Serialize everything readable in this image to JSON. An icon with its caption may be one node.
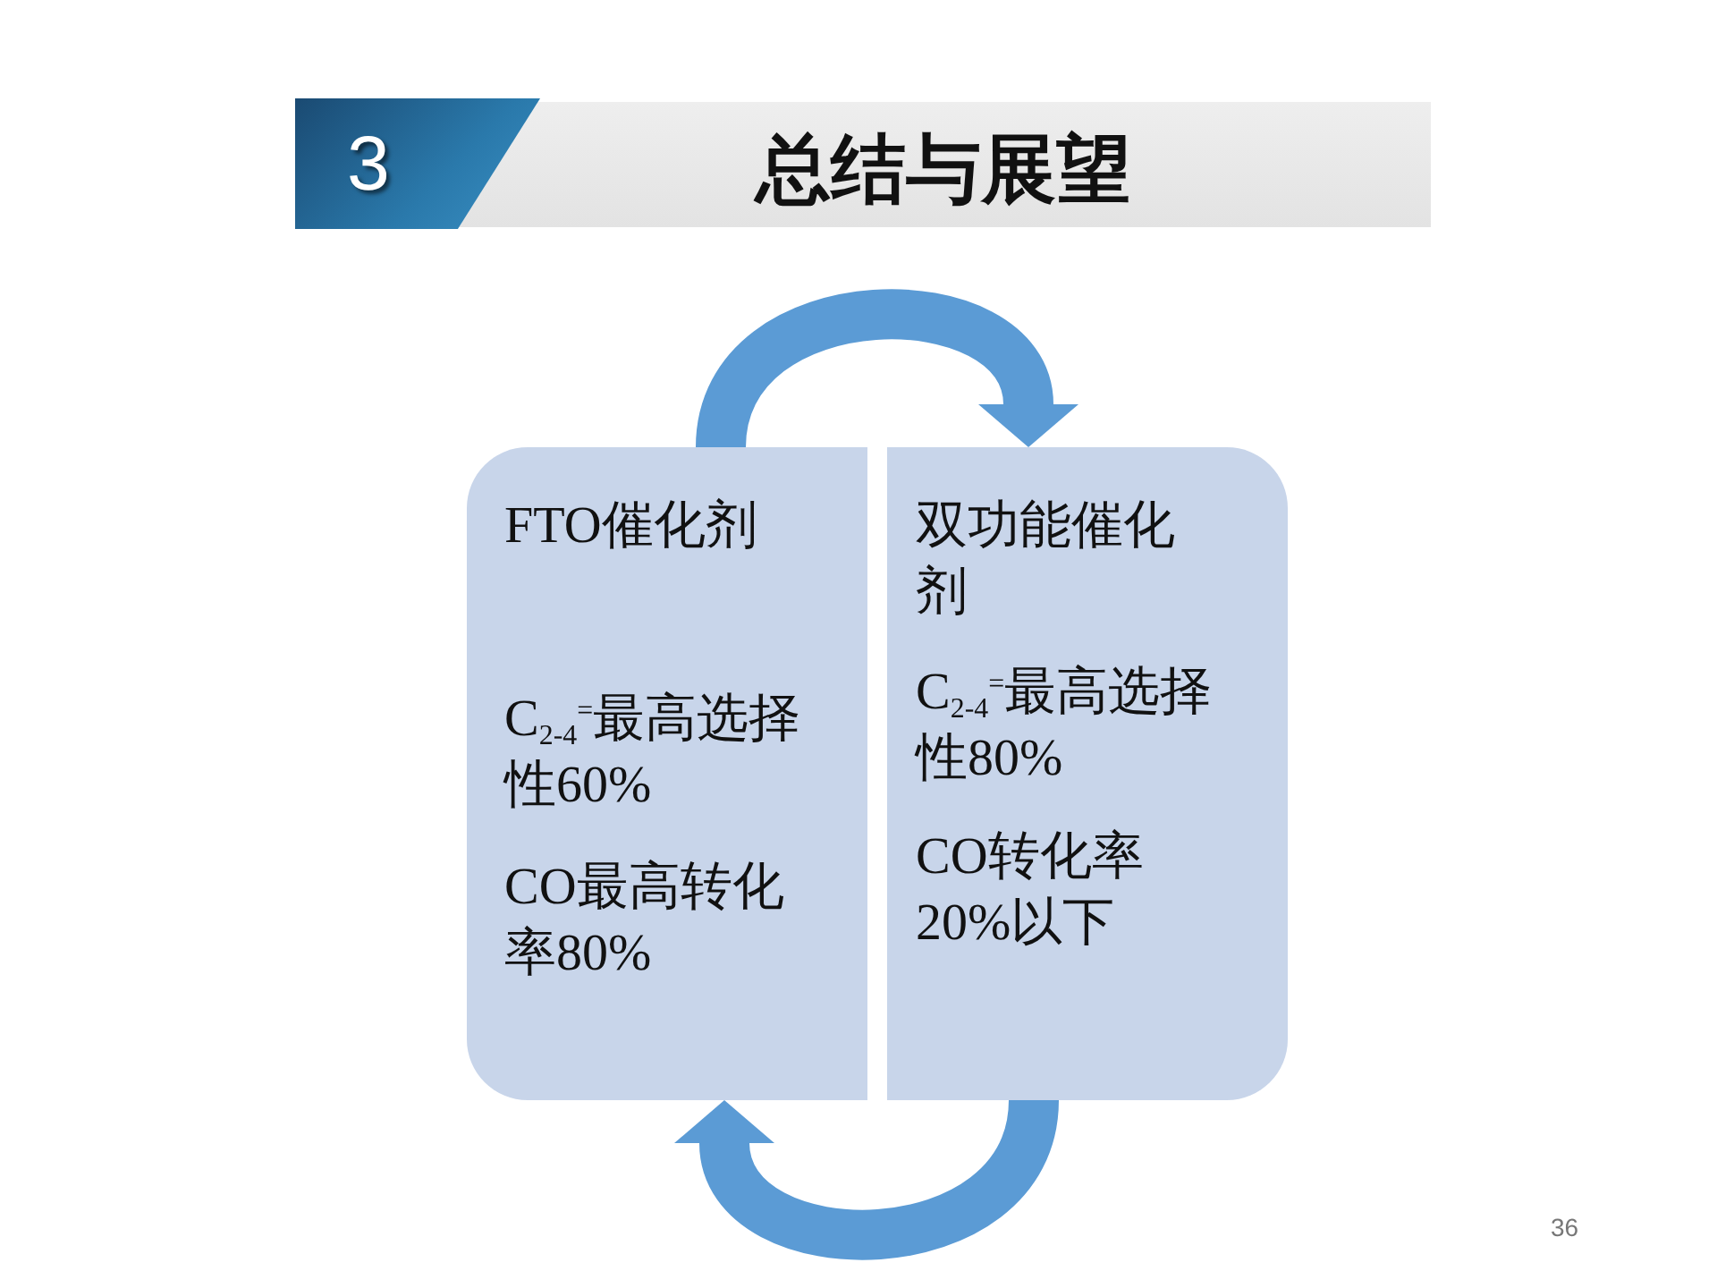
{
  "diagram": {
    "title": "总结与展望",
    "nodes": [
      {
        "text": [
          "FTO催化剂",
          "C$_{2-4}$$^{=}$最高选择性60%",
          "CO最高转化率80%"
        ]
      },
      {
        "text": [
          "双功能催化剂",
          "C$_{2-4}$$^{=}$最高选择性80%",
          "CO转化率20%以下"
        ]
      }
    ],
    "edges": [
      {
        "from": 0,
        "to": 1,
        "arrow": "to"
      },
      {
        "from": 1,
        "to": 0,
        "arrow": "to"
      }
    ],
    "labels": [
      "3",
      "36"
    ]
  }
}
